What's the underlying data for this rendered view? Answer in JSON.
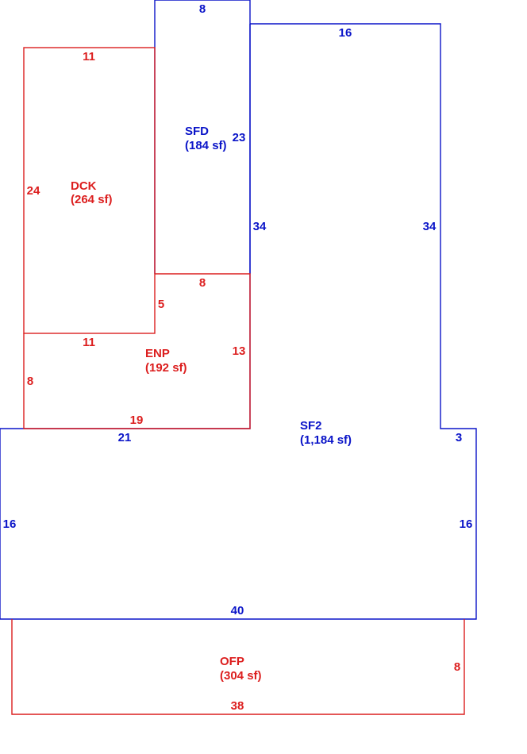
{
  "colors": {
    "living": "#0a14c8",
    "other": "#dc1e1e",
    "background": "#ffffff"
  },
  "areas": {
    "sf2": {
      "code": "SF2",
      "area": "(1,184 sf)",
      "dims": [
        "16",
        "34",
        "3",
        "16",
        "40",
        "16",
        "21",
        "34"
      ]
    },
    "sfd": {
      "code": "SFD",
      "area": "(184 sf)",
      "dims": [
        "8",
        "23"
      ]
    },
    "dck": {
      "code": "DCK",
      "area": "(264 sf)",
      "dims": [
        "11",
        "24",
        "11"
      ]
    },
    "enp": {
      "code": "ENP",
      "area": "(192 sf)",
      "dims": [
        "8",
        "5",
        "13",
        "19",
        "8"
      ]
    },
    "ofp": {
      "code": "OFP",
      "area": "(304 sf)",
      "dims": [
        "8",
        "38"
      ]
    }
  }
}
